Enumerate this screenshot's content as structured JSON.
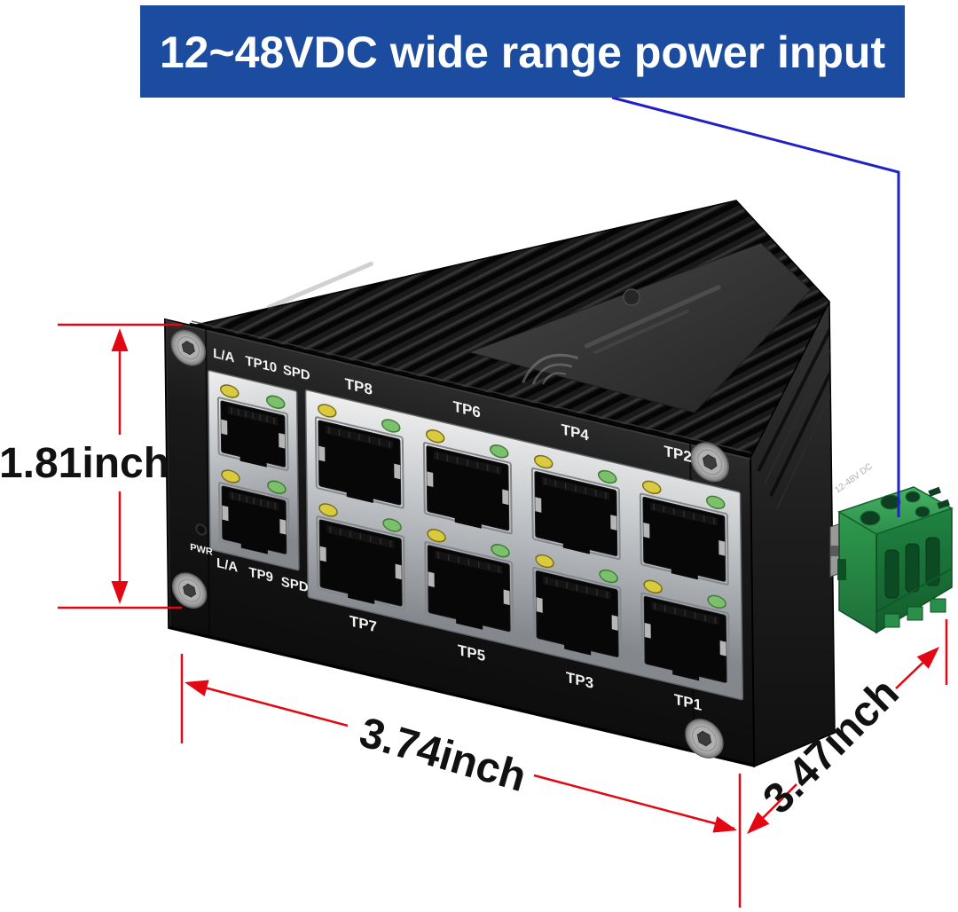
{
  "banner": {
    "label": "12~48VDC wide range power input"
  },
  "dimensions": {
    "height_label": "1.81inch",
    "width_label": "3.74inch",
    "depth_label": "3.47inch"
  },
  "device": {
    "type_note": "industrial 10-port ethernet switch photo",
    "side_marking": "12-48V DC",
    "status_labels_top": [
      "L/A",
      "TP10",
      "SPD"
    ],
    "status_labels_bottom": [
      "PWR",
      "L/A",
      "TP9",
      "SPD"
    ],
    "port_labels_top_row": [
      "TP8",
      "TP6",
      "TP4",
      "TP2"
    ],
    "port_labels_bottom_row": [
      "TP7",
      "TP5",
      "TP3",
      "TP1"
    ]
  },
  "colors": {
    "banner_bg": "#1b4c9f",
    "banner_fg": "#ffffff",
    "callout_line": "#2120c8",
    "dimension_red": "#e30613",
    "dimension_text": "#111111",
    "terminal_green": "#2e9149",
    "led_yellow": "#d9ca3e",
    "led_green": "#7cc06c",
    "body_black": "#141414",
    "plate_silver": "#b9bcc0"
  }
}
